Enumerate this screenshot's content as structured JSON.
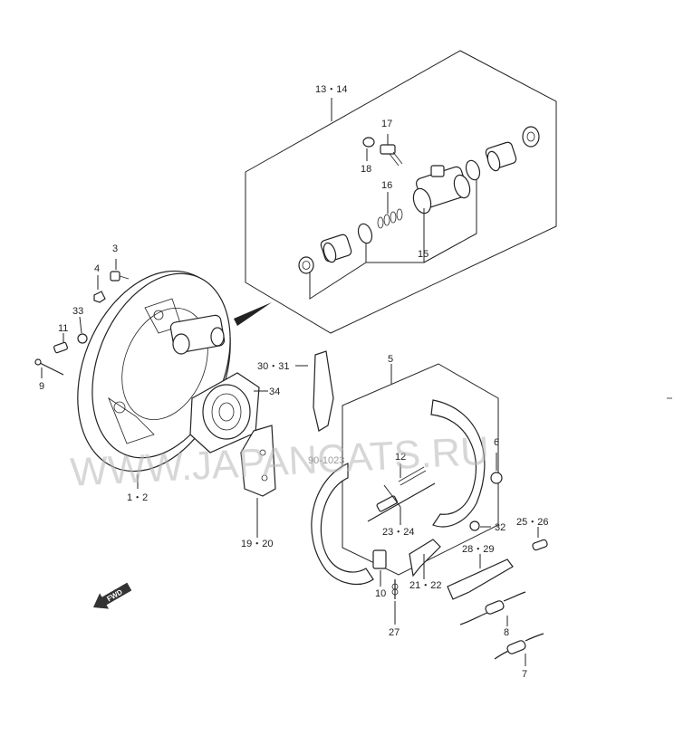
{
  "watermark": {
    "text": "WWW.JAPANCATS.RU",
    "small_text": "90-1023"
  },
  "fwd_label": "FWD",
  "callouts": [
    {
      "id": "c13",
      "text": "13・14"
    },
    {
      "id": "c17",
      "text": "17"
    },
    {
      "id": "c18",
      "text": "18"
    },
    {
      "id": "c16",
      "text": "16"
    },
    {
      "id": "c15",
      "text": "15"
    },
    {
      "id": "c3",
      "text": "3"
    },
    {
      "id": "c4",
      "text": "4"
    },
    {
      "id": "c33",
      "text": "33"
    },
    {
      "id": "c11",
      "text": "11"
    },
    {
      "id": "c9",
      "text": "9"
    },
    {
      "id": "c30",
      "text": "30・31"
    },
    {
      "id": "c34",
      "text": "34"
    },
    {
      "id": "c5",
      "text": "5"
    },
    {
      "id": "c6",
      "text": "6"
    },
    {
      "id": "c12",
      "text": "12"
    },
    {
      "id": "c1",
      "text": "1・2"
    },
    {
      "id": "c23",
      "text": "23・24"
    },
    {
      "id": "c32",
      "text": "32"
    },
    {
      "id": "c25",
      "text": "25・26"
    },
    {
      "id": "c19",
      "text": "19・20"
    },
    {
      "id": "c28",
      "text": "28・29"
    },
    {
      "id": "c21",
      "text": "21・22"
    },
    {
      "id": "c10",
      "text": "10"
    },
    {
      "id": "c8",
      "text": "8"
    },
    {
      "id": "c27",
      "text": "27"
    },
    {
      "id": "c7",
      "text": "7"
    }
  ]
}
